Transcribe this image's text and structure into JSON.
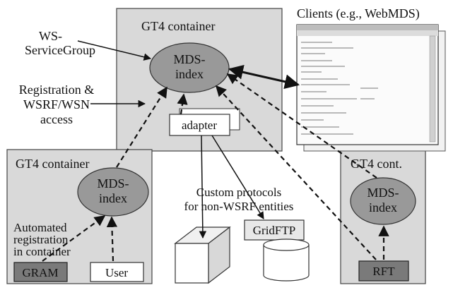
{
  "top_container": {
    "title": "GT4 container",
    "index_line1": "MDS-",
    "index_line2": "index",
    "adapter": "adapter"
  },
  "left_container": {
    "title": "GT4 container",
    "index_line1": "MDS-",
    "index_line2": "index",
    "note_line1": "Automated",
    "note_line2": "registration",
    "note_line3": "in container",
    "gram": "GRAM",
    "user": "User"
  },
  "right_container": {
    "title": "GT4 cont.",
    "index_line1": "MDS-",
    "index_line2": "index",
    "rft": "RFT"
  },
  "labels": {
    "ws_line1": "WS-",
    "ws_line2": "ServiceGroup",
    "reg_line1": "Registration &",
    "reg_line2": "WSRF/WSN",
    "reg_line3": "access",
    "clients": "Clients (e.g., WebMDS)",
    "custom_line1": "Custom protocols",
    "custom_line2": "for non-WSRF entities",
    "gridftp": "GridFTP"
  },
  "colors": {
    "container_fill": "#d9d9d9",
    "ellipse_fill": "#999999",
    "box_fill": "#ffffff",
    "dark_box_fill": "#7a7a7a"
  }
}
